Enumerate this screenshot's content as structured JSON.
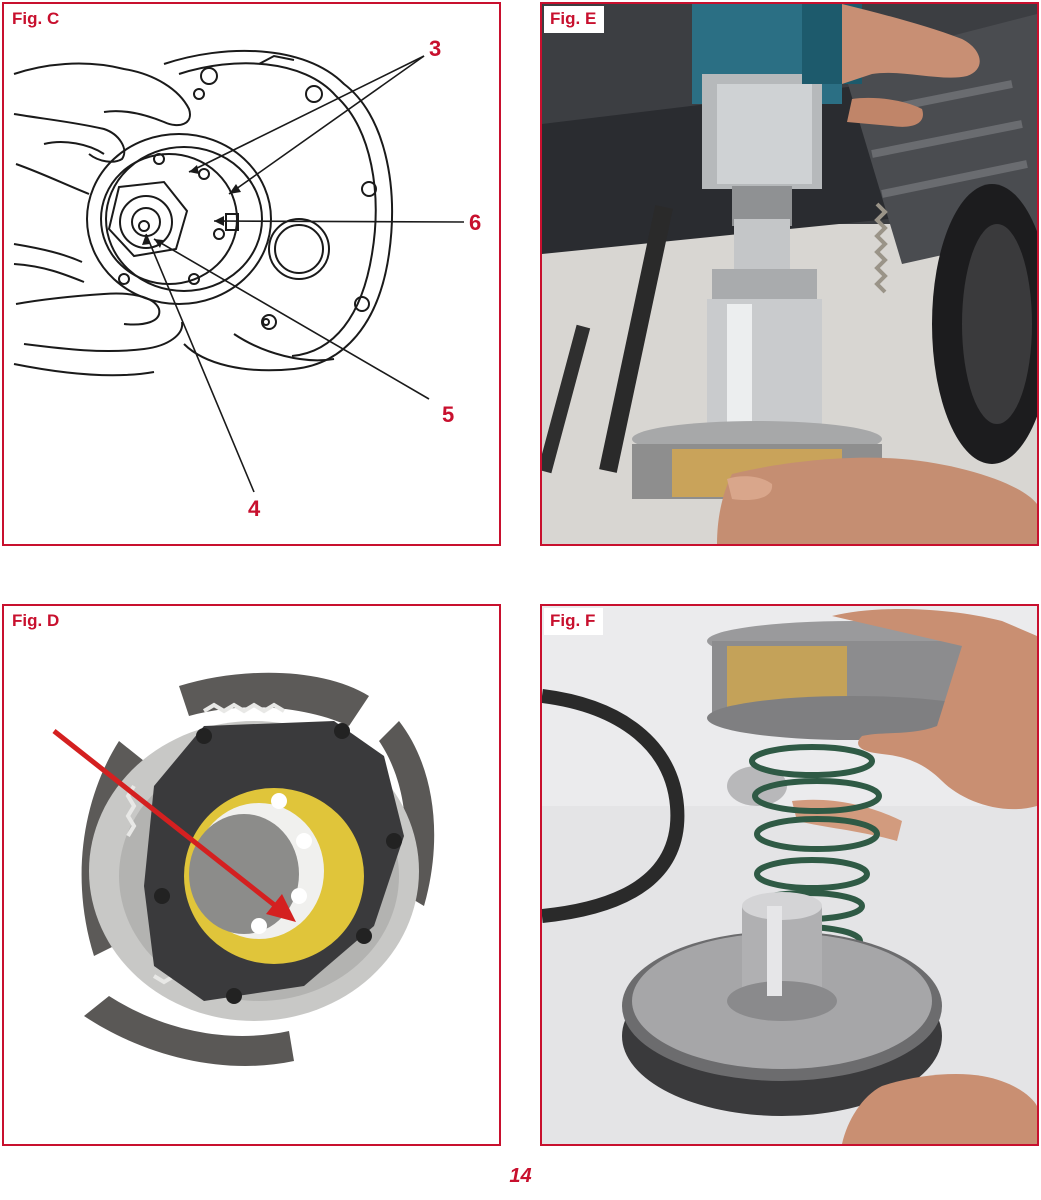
{
  "figures": {
    "c": {
      "label": "Fig. C",
      "callouts": {
        "n3": "3",
        "n4": "4",
        "n5": "5",
        "n6": "6"
      }
    },
    "d": {
      "label": "Fig. D"
    },
    "e": {
      "label": "Fig. E"
    },
    "f": {
      "label": "Fig. F"
    }
  },
  "page": {
    "number": "14"
  },
  "colors": {
    "accent": "#c8102e"
  }
}
